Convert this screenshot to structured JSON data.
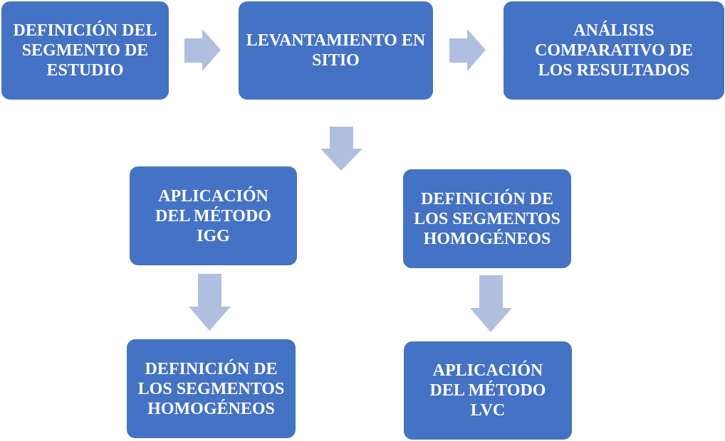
{
  "colors": {
    "box": "#4472C4",
    "arrow": "#B0BEDF",
    "text": "#FFFFFF"
  },
  "steps": [
    {
      "label": "DEFINICIÓN DEL SEGMENTO DE ESTUDIO"
    },
    {
      "label": "LEVANTAMIENTO EN SITIO"
    },
    {
      "label": "ANÁLISIS COMPARATIVO DE LOS RESULTADOS"
    },
    {
      "label": "APLICACIÓN DEL MÉTODO IGG"
    },
    {
      "label": "DEFINICIÓN DE LOS SEGMENTOS HOMOGÉNEOS"
    },
    {
      "label": "DEFINICIÓN DE LOS SEGMENTOS HOMOGÉNEOS"
    },
    {
      "label": "APLICACIÓN DEL MÉTODO LVC"
    }
  ]
}
